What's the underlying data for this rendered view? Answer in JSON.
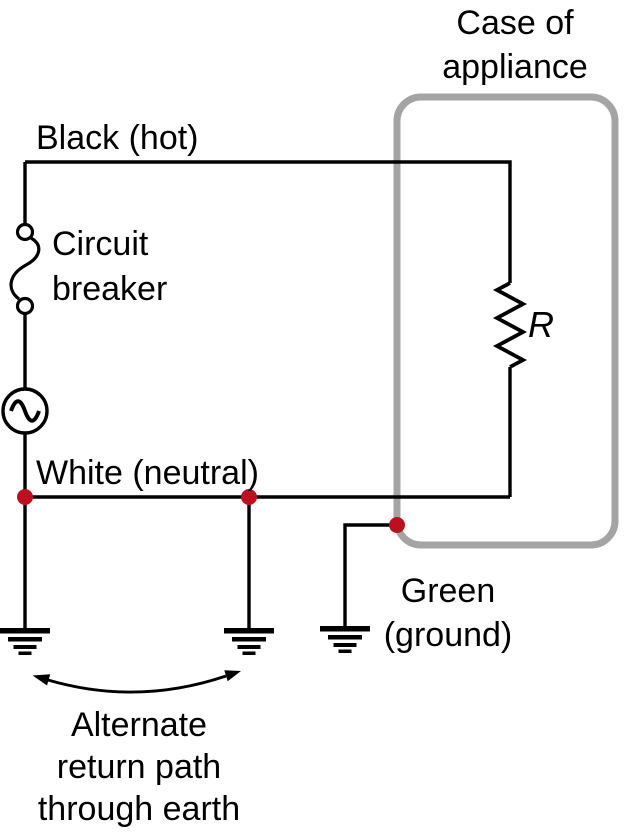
{
  "labels": {
    "case": "Case of\nappliance",
    "hot": "Black (hot)",
    "breaker": "Circuit\nbreaker",
    "neutral": "White (neutral)",
    "resistor": "R",
    "ground": "Green\n(ground)",
    "alternate_path": "Alternate\nreturn path\nthrough earth"
  },
  "colors": {
    "wire": "#000000",
    "case_outline": "#a4a4a4",
    "junction_dot": "#bb1020",
    "text": "#000000",
    "background": "#ffffff"
  }
}
